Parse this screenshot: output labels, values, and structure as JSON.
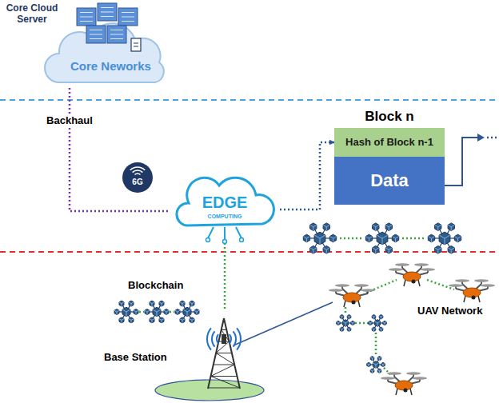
{
  "diagram": {
    "nodes": [
      {
        "text": [
          "Core Cloud Server",
          "Core Neworks"
        ]
      },
      {
        "text": [
          "EDGE",
          "COMPUTING"
        ]
      },
      {
        "text": [
          "Block n"
        ]
      },
      {
        "text": [
          "Hash of Block n-1"
        ],
        "in": 2
      },
      {
        "text": [
          "Data"
        ],
        "in": 2
      },
      {
        "text": [
          "Base Station"
        ]
      }
    ],
    "edges": [
      {
        "from": 0,
        "to": 1,
        "label": "Backhaul",
        "arrow": "none"
      },
      {
        "from": 1,
        "to": 3,
        "arrow": "to"
      },
      {
        "from": 1,
        "to": 5,
        "arrow": "none"
      }
    ],
    "labels": [
      "6G",
      "Blockchain",
      "UAV Network"
    ]
  }
}
